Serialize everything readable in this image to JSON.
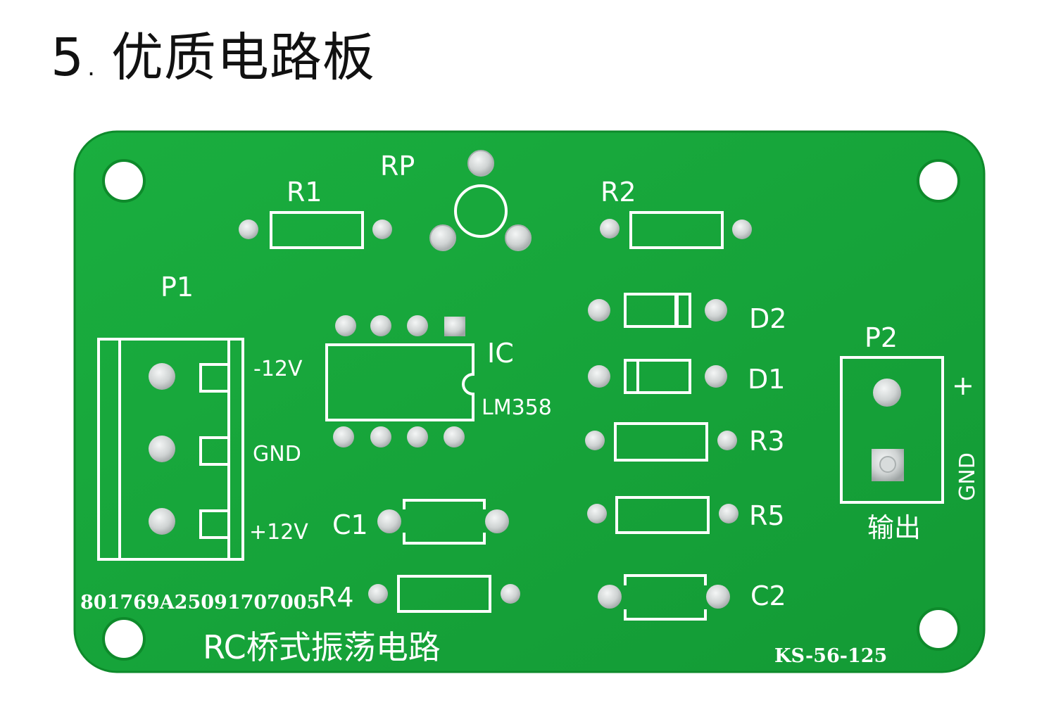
{
  "heading": {
    "number": "5",
    "dot": ".",
    "title": "优质电路板"
  },
  "board": {
    "colors": {
      "pcb": "#17a53a",
      "pcb_edge": "#0f8a2c",
      "silk": "#ffffff",
      "pad": "#d9dcdc",
      "pad_ring": "#bfc3c3"
    },
    "labels": {
      "rp": "RP",
      "r1": "R1",
      "r2": "R2",
      "p1": "P1",
      "p2": "P2",
      "ic": "IC",
      "ic_part": "LM358",
      "d2": "D2",
      "d1": "D1",
      "r3": "R3",
      "r5": "R5",
      "c1": "C1",
      "c2": "C2",
      "r4": "R4",
      "neg12v": "-12V",
      "gnd": "GND",
      "pos12v": "+12V",
      "p2_plus": "+",
      "p2_gnd": "GND",
      "output": "输出",
      "serial": "801769A25091707005",
      "circuit_name": "RC桥式振荡电路",
      "model": "KS-56-125"
    }
  }
}
